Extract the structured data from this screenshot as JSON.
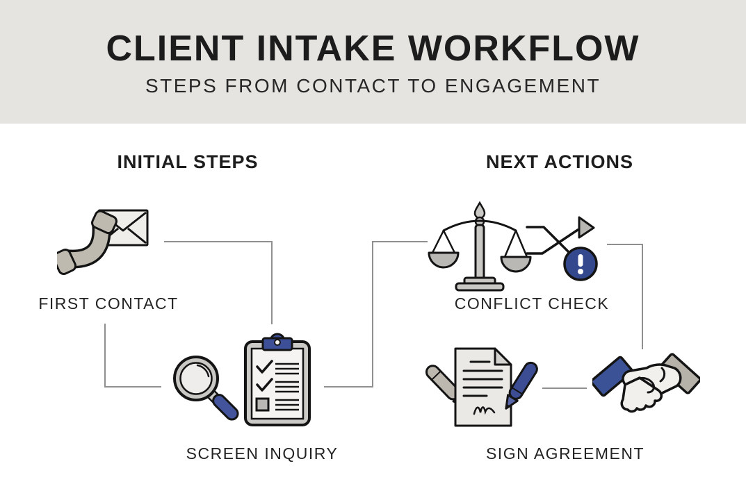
{
  "header": {
    "title": "CLIENT INTAKE WORKFLOW",
    "subtitle": "STEPS FROM CONTACT TO ENGAGEMENT"
  },
  "columns": [
    {
      "label": "INITIAL STEPS"
    },
    {
      "label": "NEXT ACTIONS"
    }
  ],
  "steps": [
    {
      "id": "first-contact",
      "label": "FIRST CONTACT",
      "column": "INITIAL STEPS",
      "icons": [
        "phone-icon",
        "envelope-icon"
      ]
    },
    {
      "id": "screen-inquiry",
      "label": "SCREEN INQUIRY",
      "column": "INITIAL STEPS",
      "icons": [
        "magnifier-icon",
        "clipboard-checklist-icon"
      ]
    },
    {
      "id": "conflict-check",
      "label": "CONFLICT CHECK",
      "column": "NEXT ACTIONS",
      "icons": [
        "scales-icon",
        "crossing-arrows-icon",
        "exclamation-badge-icon"
      ]
    },
    {
      "id": "sign-agreement",
      "label": "SIGN AGREEMENT",
      "column": "NEXT ACTIONS",
      "icons": [
        "signed-document-icon",
        "gray-pen-icon",
        "blue-pen-icon",
        "handshake-icon"
      ]
    }
  ],
  "flow_order": [
    "FIRST CONTACT",
    "SCREEN INQUIRY",
    "CONFLICT CHECK",
    "SIGN AGREEMENT"
  ],
  "colors": {
    "header_background": "#e6e4e1",
    "page_background": "#ffffff",
    "text_dark": "#1c1c1c",
    "accent_navy": "#3b4e96",
    "badge_navy": "#33488d",
    "icon_gray": "#c9c7c4",
    "icon_tan": "#bfbaaf",
    "icon_light": "#efeeea",
    "connector_gray": "#8f8f8f",
    "outline_black": "#141414"
  }
}
